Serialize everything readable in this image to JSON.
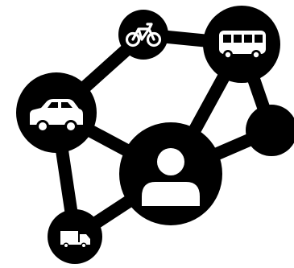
{
  "colors": {
    "background": "#ffffff",
    "foreground": "#000000",
    "icon_fill": "#ffffff"
  },
  "network": {
    "nodes": [
      {
        "id": "bicycle",
        "icon": "bicycle-icon"
      },
      {
        "id": "bus",
        "icon": "bus-icon"
      },
      {
        "id": "car",
        "icon": "car-icon"
      },
      {
        "id": "user",
        "icon": "user-icon"
      },
      {
        "id": "truck",
        "icon": "truck-icon"
      },
      {
        "id": "edge-circle",
        "icon": ""
      }
    ],
    "links": [
      [
        "car",
        "bicycle"
      ],
      [
        "bicycle",
        "bus"
      ],
      [
        "bus",
        "user"
      ],
      [
        "bus",
        "edge-circle"
      ],
      [
        "user",
        "edge-circle"
      ],
      [
        "car",
        "user"
      ],
      [
        "car",
        "truck"
      ],
      [
        "truck",
        "user"
      ]
    ]
  }
}
